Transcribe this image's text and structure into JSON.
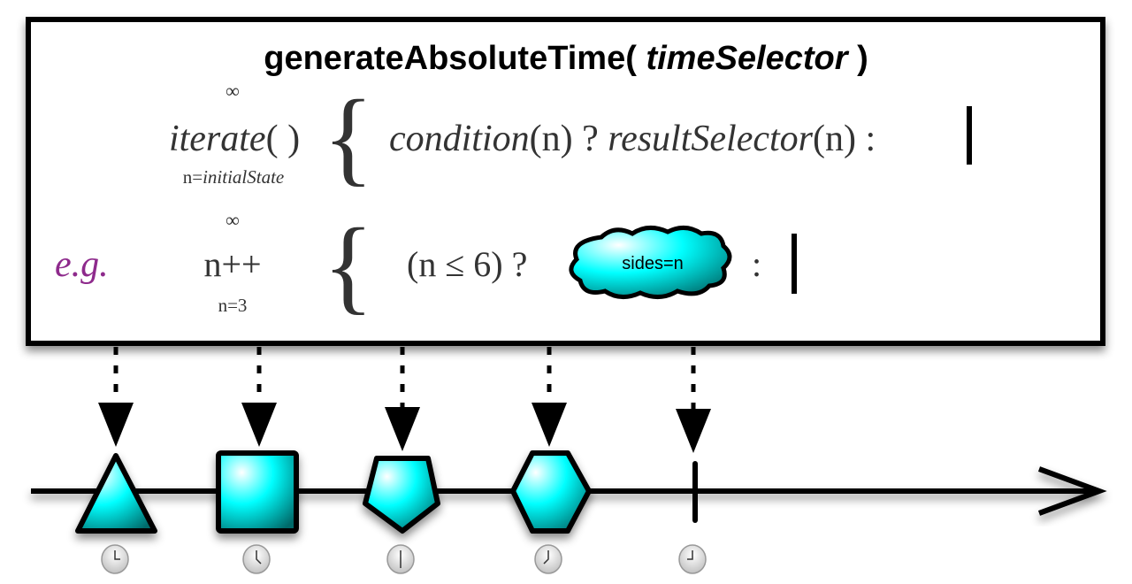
{
  "title": {
    "name": "generateAbsoluteTime( ",
    "param": "timeSelector",
    "close": " )"
  },
  "signature": {
    "upper_limit": "∞",
    "function": "iterate",
    "function_parens": "( )",
    "lower_prefix": "n=",
    "lower_value": "initialState",
    "brace": "{",
    "condition": "condition",
    "condition_arg": "(n) ? ",
    "result_selector": "resultSelector",
    "result_arg": "(n) :"
  },
  "example": {
    "label": "e.g.",
    "upper_limit": "∞",
    "step": "n++",
    "lower": "n=3",
    "brace": "{",
    "condition": "(n ≤ 6) ?",
    "cloud_label": "sides=n",
    "colon": ":"
  },
  "timeline": {
    "items": [
      "triangle",
      "square",
      "pentagon",
      "hexagon",
      "completion"
    ],
    "shape_color": "#00ffff",
    "clock_icon": "clock-icon"
  },
  "colors": {
    "eg": "#8e2a8c",
    "text": "#333333",
    "cyan": "#00ffff"
  }
}
